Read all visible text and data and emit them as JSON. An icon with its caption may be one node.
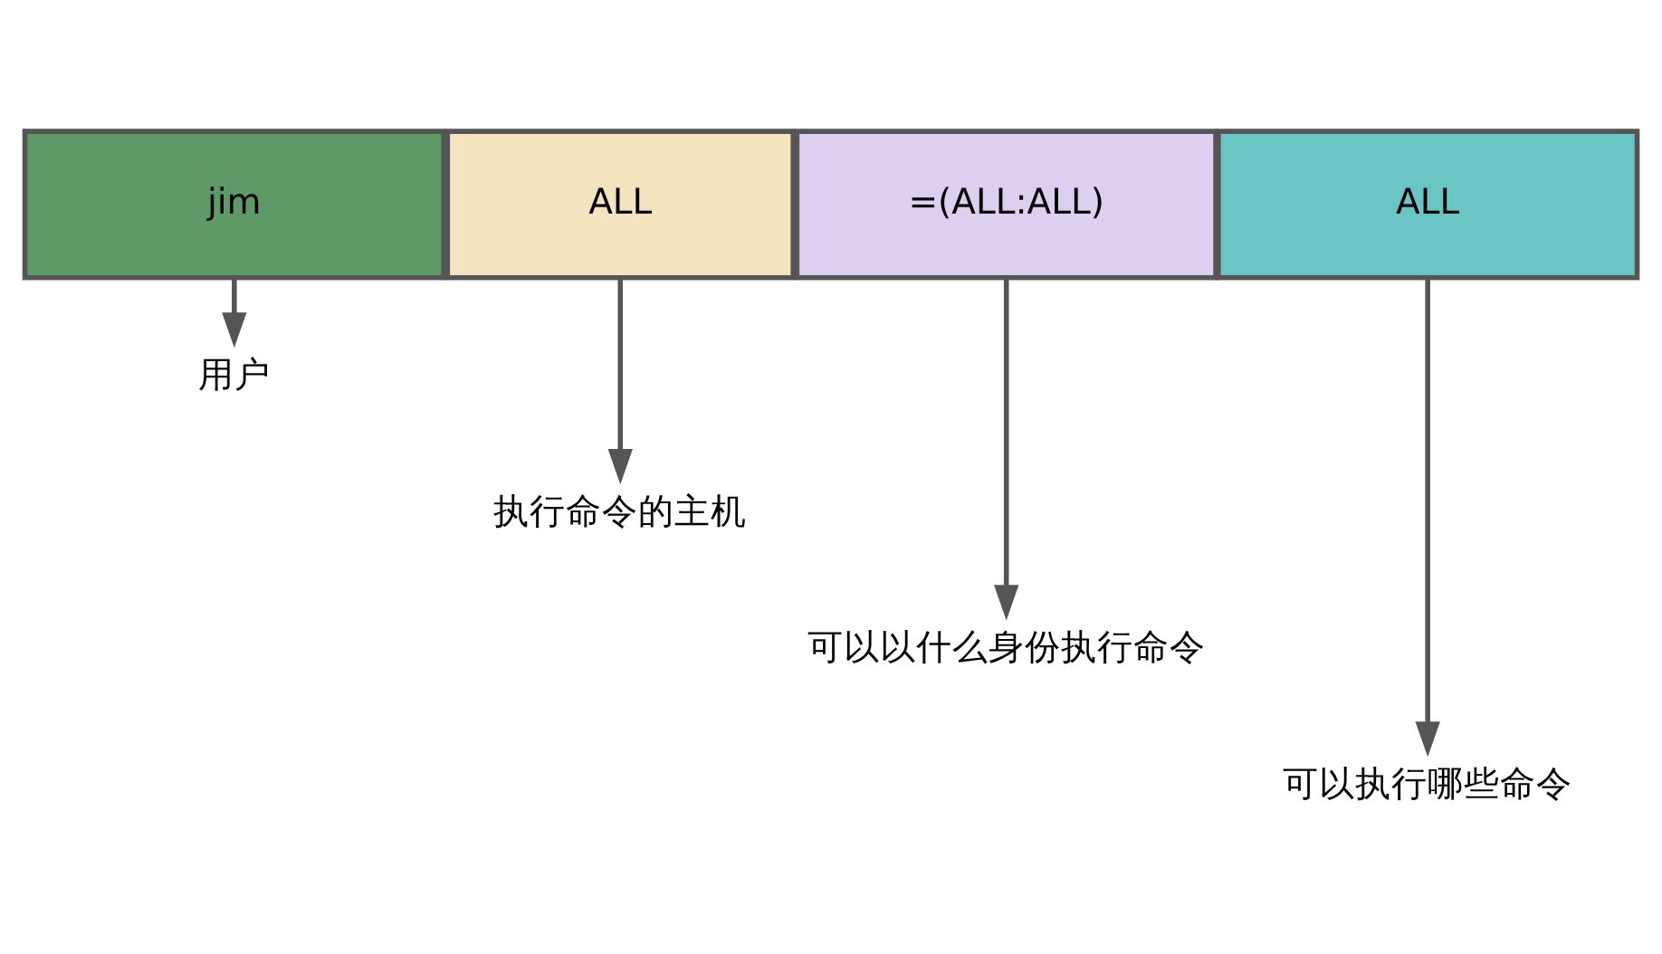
{
  "diagram": {
    "nodes": [
      {
        "text": [
          "jim"
        ]
      },
      {
        "text": [
          "ALL"
        ]
      },
      {
        "text": [
          "=(ALL:ALL)"
        ]
      },
      {
        "text": [
          "ALL"
        ]
      },
      {
        "text": [
          "用户"
        ]
      },
      {
        "text": [
          "执行命令的主机"
        ]
      },
      {
        "text": [
          "可以以什么身份执行命令"
        ]
      },
      {
        "text": [
          "可以执行哪些命令"
        ]
      }
    ],
    "edges": [
      {
        "from": 0,
        "to": 4,
        "arrow": "to"
      },
      {
        "from": 1,
        "to": 5,
        "arrow": "to"
      },
      {
        "from": 2,
        "to": 6,
        "arrow": "to"
      },
      {
        "from": 3,
        "to": 7,
        "arrow": "to"
      }
    ]
  }
}
